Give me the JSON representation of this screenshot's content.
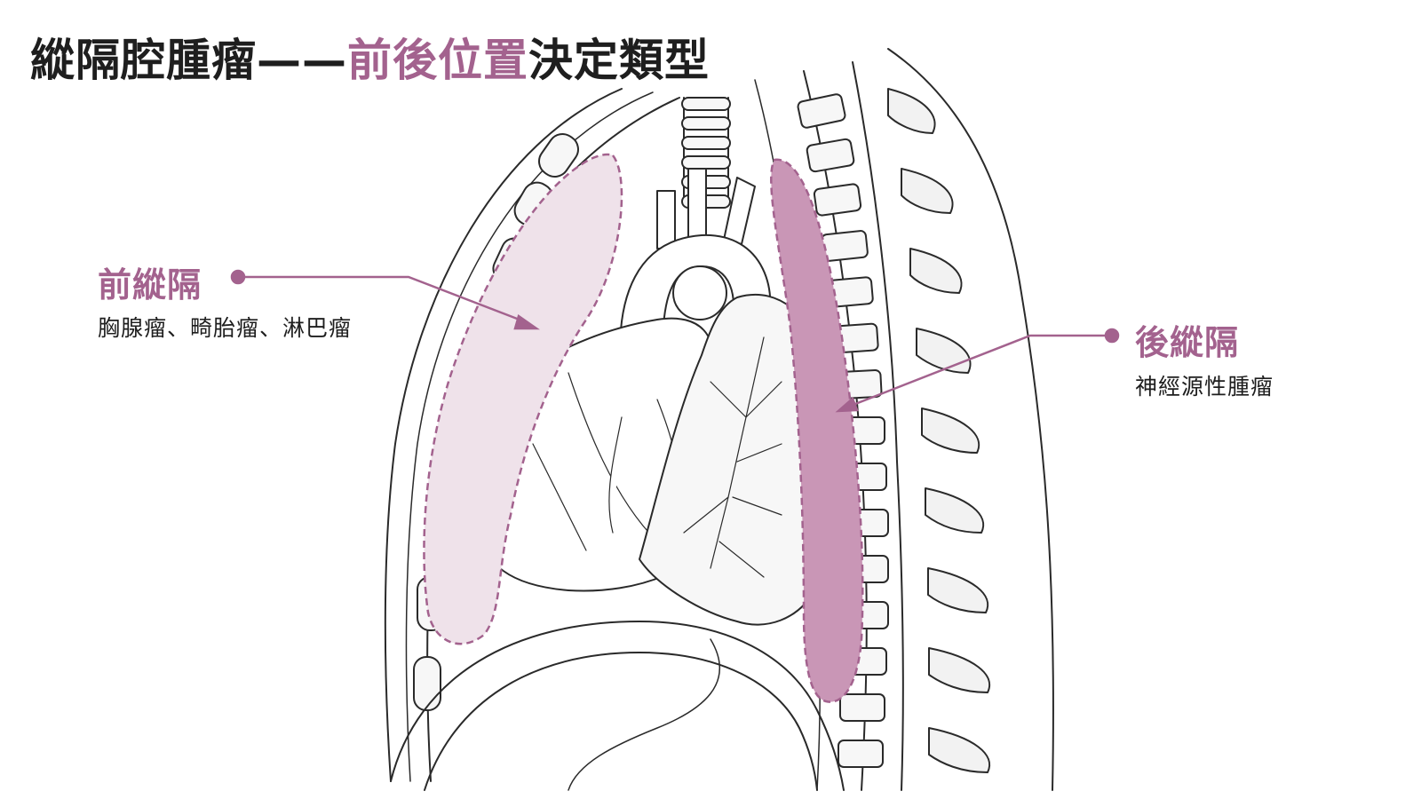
{
  "title": {
    "part1": "縱隔腔腫瘤——",
    "accent": "前後位置",
    "part2": "決定類型"
  },
  "labels": {
    "anterior": {
      "heading": "前縱隔",
      "types": "胸腺瘤、畸胎瘤、淋巴瘤"
    },
    "posterior": {
      "heading": "後縱隔",
      "types": "神經源性腫瘤"
    }
  },
  "colors": {
    "accent": "#a3628e",
    "anterior_fill": "#efe2ea",
    "posterior_fill": "#c996b6",
    "line": "#2a2a2a",
    "text": "#1e1e1e"
  }
}
